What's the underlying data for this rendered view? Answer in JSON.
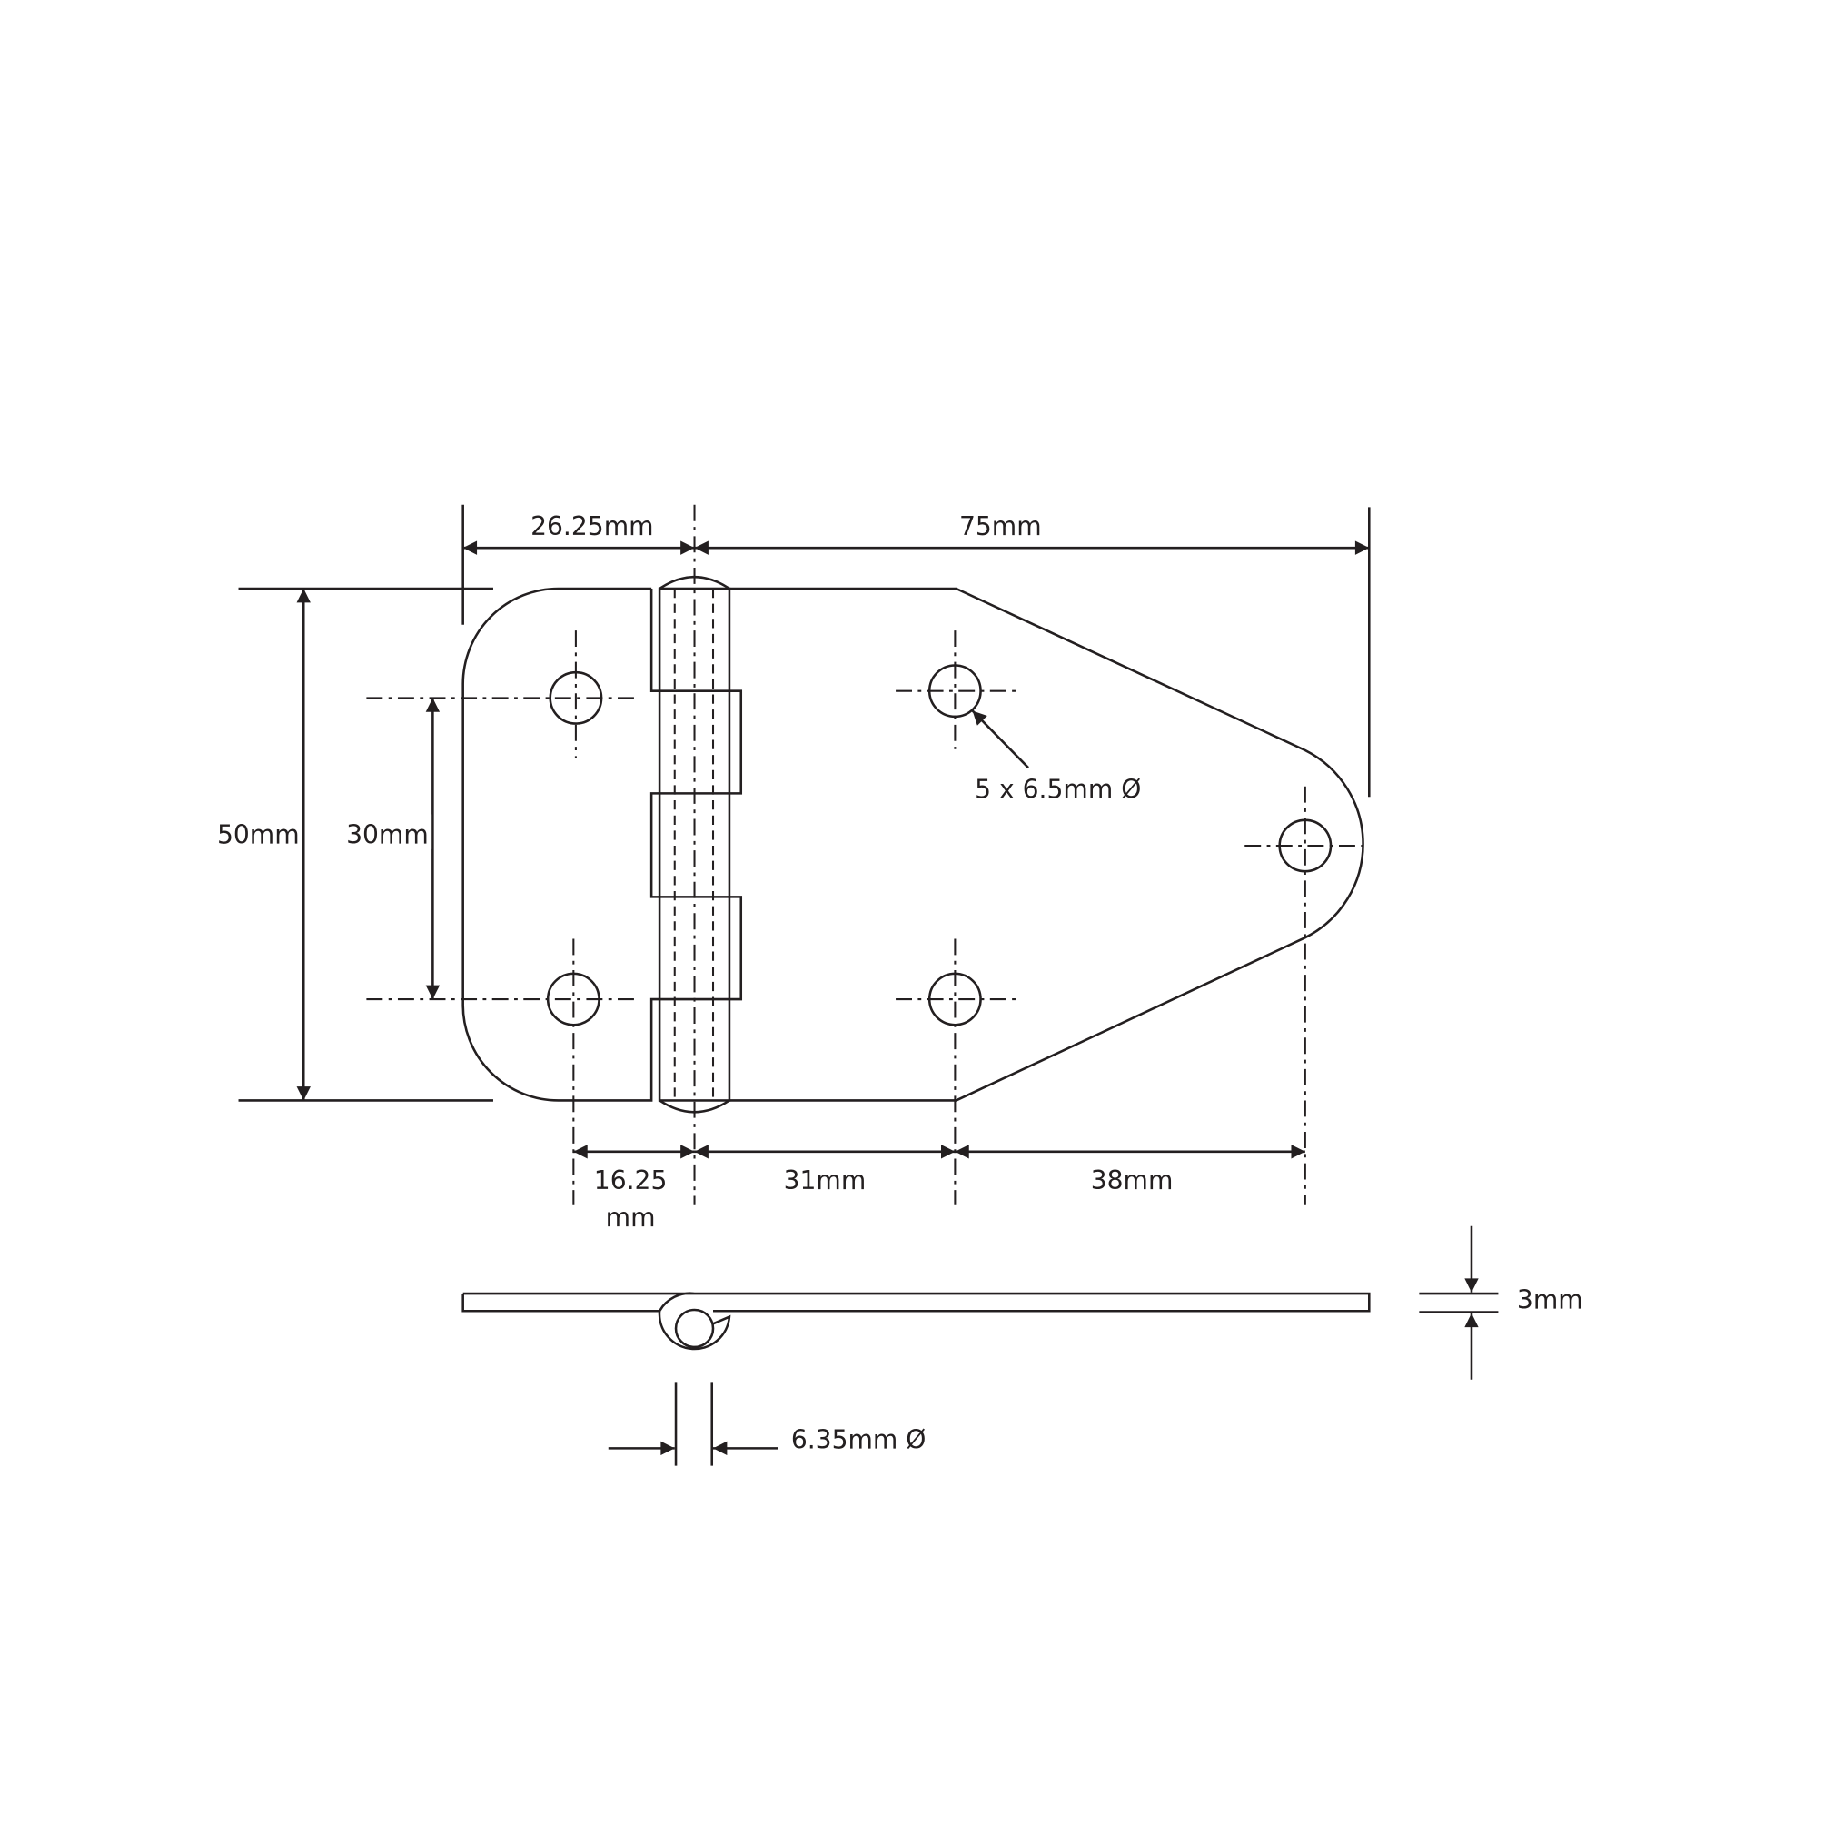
{
  "title": "Hinge dimension drawing",
  "colors": {
    "line": "#231f20",
    "background": "#ffffff"
  },
  "dimensions": {
    "leaf_left_width": "26.25mm",
    "leaf_right_width": "75mm",
    "height": "50mm",
    "hole_spacing_vertical": "30mm",
    "hole_offset_left_line1": "16.25",
    "hole_offset_left_line2": "mm",
    "hole_offset_middle": "31mm",
    "hole_offset_right": "38mm",
    "holes": "5 x 6.5mm Ø",
    "thickness": "3mm",
    "pin_diameter": "6.35mm Ø"
  }
}
